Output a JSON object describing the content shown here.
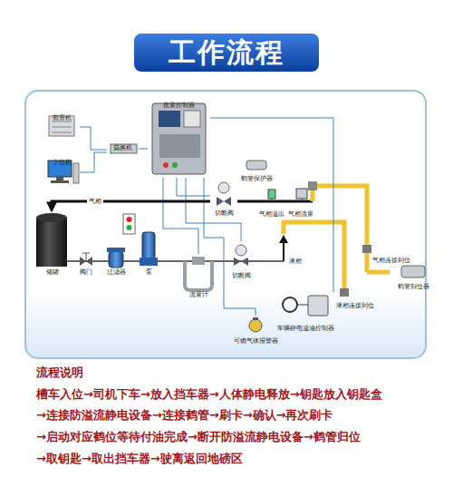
{
  "diagram": {
    "title": "工作流程",
    "nodes": [
      {
        "text": [
          "前置机"
        ]
      },
      {
        "text": [
          "批量控制器"
        ]
      },
      {
        "text": [
          "交换机"
        ]
      },
      {
        "text": [
          "上位机"
        ]
      },
      {
        "text": [
          "切断阀"
        ]
      },
      {
        "text": [
          "储罐"
        ]
      },
      {
        "text": [
          "阀门"
        ]
      },
      {
        "text": [
          "过滤器"
        ]
      },
      {
        "text": [
          "泵"
        ]
      },
      {
        "text": [
          "流量计"
        ]
      },
      {
        "text": [
          "切断阀"
        ]
      },
      {
        "text": [
          "可燃气体报警器"
        ]
      },
      {
        "text": [
          "车辆静电溢油控制器"
        ]
      }
    ],
    "edges": [
      {
        "from": 2,
        "to": 0,
        "arrow": "none"
      },
      {
        "from": 2,
        "to": 3,
        "arrow": "none"
      },
      {
        "from": 1,
        "to": 2,
        "arrow": "none"
      },
      {
        "from": 1,
        "to": 4,
        "arrow": "none"
      },
      {
        "from": 1,
        "to": 9,
        "arrow": "none"
      },
      {
        "from": 1,
        "to": 10,
        "arrow": "none"
      },
      {
        "from": 1,
        "to": 11,
        "arrow": "none"
      },
      {
        "from": 1,
        "to": 12,
        "arrow": "none"
      },
      {
        "from": 5,
        "to": 6,
        "arrow": "none"
      },
      {
        "from": 6,
        "to": 7,
        "arrow": "none"
      },
      {
        "from": 7,
        "to": 8,
        "arrow": "none"
      },
      {
        "from": 8,
        "to": 9,
        "arrow": "none"
      },
      {
        "from": 9,
        "to": 10,
        "arrow": "none"
      },
      {
        "from": 4,
        "to": 5,
        "label": "气相",
        "arrow": "to"
      }
    ],
    "labels": [
      "鹤管保护器",
      "气相溢出",
      "气相流量",
      "气相连接到位",
      "鹤管归位器",
      "液相",
      "液相连接到位",
      "流程说明",
      "槽车入位→司机下车→放入挡车器→人体静电释放→钥匙放入钥匙盒",
      "→连接防溢流静电设备→连接鹤管→刷卡→确认→再次刷卡",
      "→启动对应鹤位等待付油完成→断开防溢流静电设备→鹤管归位",
      "→取钥匙→取出挡车器→驶离返回地磅区"
    ]
  }
}
